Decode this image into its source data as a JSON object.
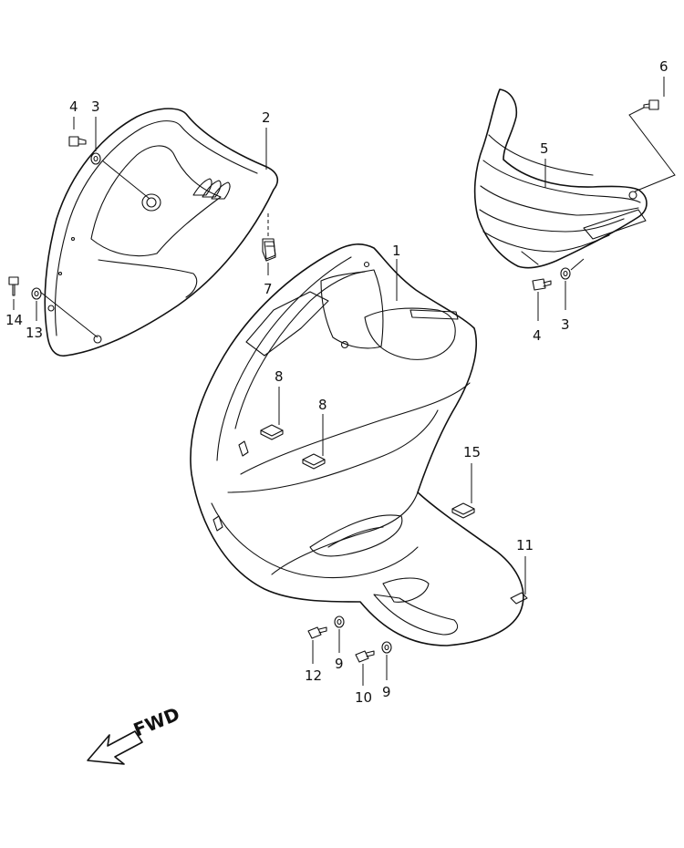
{
  "direction_label": "FWD",
  "callouts": {
    "c1": "1",
    "c2": "2",
    "c3a": "3",
    "c3b": "3",
    "c4a": "4",
    "c4b": "4",
    "c5": "5",
    "c6": "6",
    "c7": "7",
    "c8a": "8",
    "c8b": "8",
    "c9a": "9",
    "c9b": "9",
    "c10": "10",
    "c11": "11",
    "c12": "12",
    "c13": "13",
    "c14": "14",
    "c15": "15"
  }
}
